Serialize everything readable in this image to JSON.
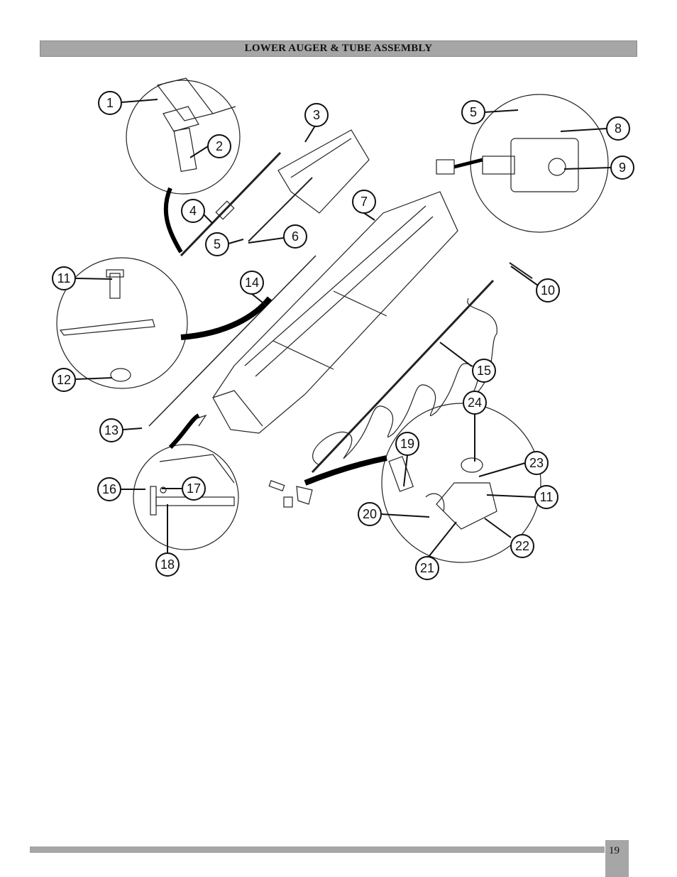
{
  "header": {
    "title": "LOWER AUGER & TUBE ASSEMBLY"
  },
  "callouts": [
    "1",
    "2",
    "3",
    "4",
    "5",
    "6",
    "7",
    "5",
    "8",
    "9",
    "10",
    "11",
    "12",
    "13",
    "14",
    "15",
    "16",
    "17",
    "18",
    "19",
    "20",
    "21",
    "22",
    "23",
    "24",
    "11"
  ],
  "footer": {
    "page_number": "19"
  }
}
